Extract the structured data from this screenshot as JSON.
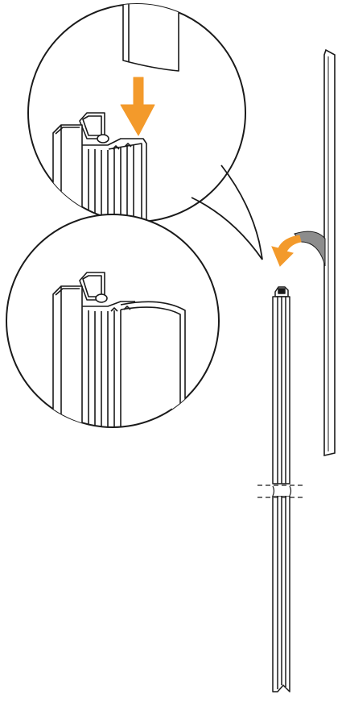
{
  "illustration": {
    "kind": "assembly-instruction",
    "steps": [
      {
        "name": "insert-seal-strip",
        "arrow_icon": "arrow-down-icon",
        "arrow_color": "#f39a2b"
      },
      {
        "name": "seal-strip-seated",
        "arrow_icon": "curved-arrow-icon",
        "arrow_color": "#f39a2b"
      }
    ],
    "colors": {
      "line": "#1a1a1a",
      "accent": "#f39a2b",
      "strip_gray": "#8c8c8c",
      "background": "#ffffff"
    },
    "icons": [
      "arrow-down-icon",
      "curved-arrow-icon",
      "break-mark-icon",
      "magnify-callout-icon"
    ]
  }
}
